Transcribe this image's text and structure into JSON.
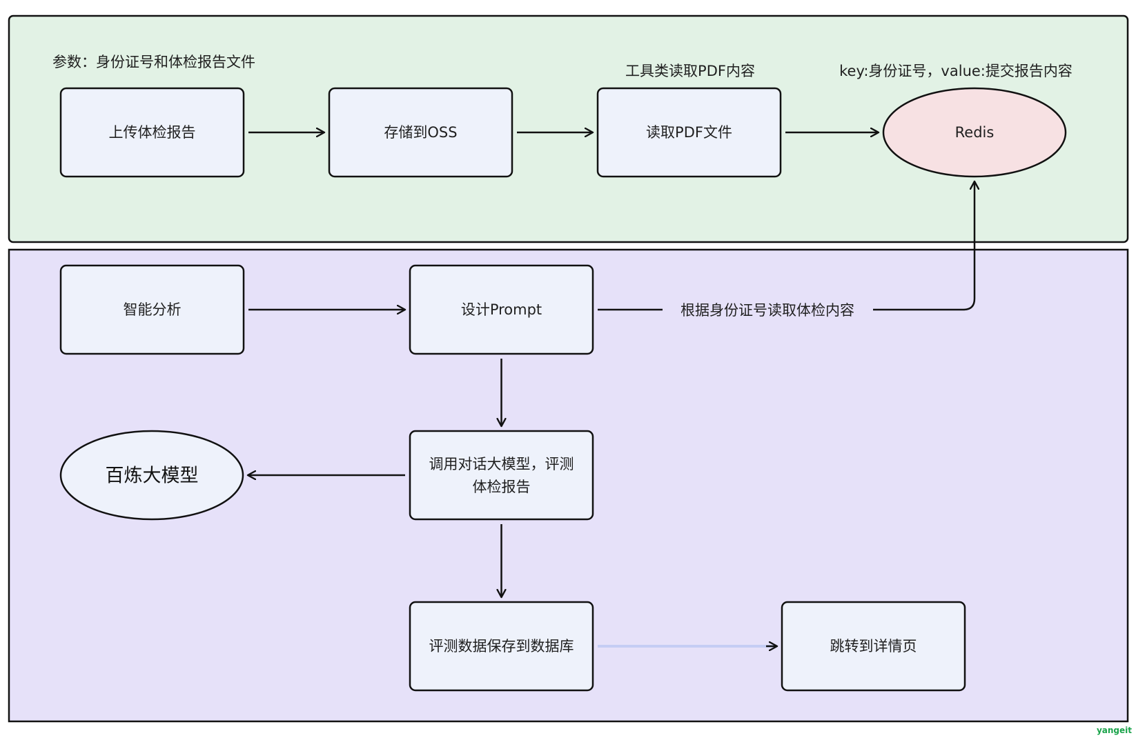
{
  "annotations": {
    "params": "参数：身份证号和体检报告文件",
    "tool_read": "工具类读取PDF内容",
    "redis_kv": "key:身份证号，value:提交报告内容"
  },
  "nodes": {
    "upload": "上传体检报告",
    "oss": "存储到OSS",
    "read_pdf": "读取PDF文件",
    "redis": "Redis",
    "analysis": "智能分析",
    "prompt": "设计Prompt",
    "call_llm": [
      "调用对话大模型，评测",
      "体检报告"
    ],
    "bailian": "百炼大模型",
    "save_db": "评测数据保存到数据库",
    "jump": "跳转到详情页"
  },
  "edges": {
    "read_by_id": "根据身份证号读取体检内容"
  },
  "watermark": "yangeit",
  "colors": {
    "top_panel_fill": "#e2f2e5",
    "bottom_panel_fill": "#e6e1f9",
    "box_fill": "#eef2fb",
    "redis_fill": "#f7e1e3",
    "bailian_fill": "#eef2fb",
    "stroke": "#111111",
    "highlight_edge": "#c5cdf4"
  }
}
